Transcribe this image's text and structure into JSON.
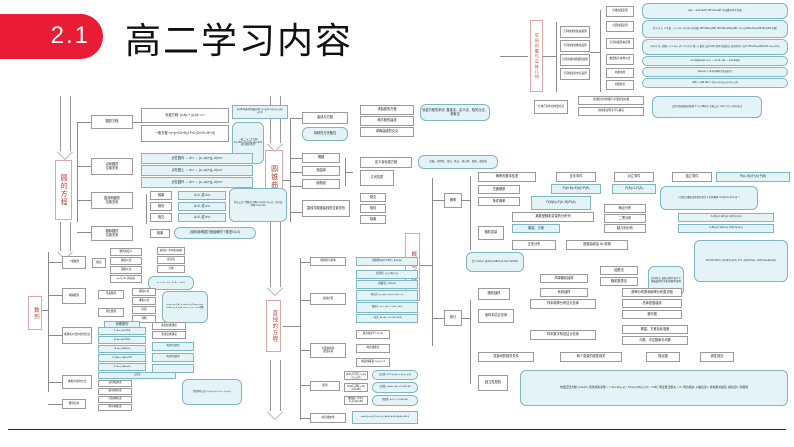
{
  "header": {
    "badge": "2.1",
    "title": "高二学习内容"
  },
  "section_labels": {
    "circle_equation": "圆的方程",
    "conic_curve": "圆锥曲线",
    "line_equation": "直线的方程",
    "sequence": "数列",
    "prob_stat": "概率与统计",
    "space_vector": "空间向量与立体几何"
  },
  "circle": {
    "root": "圆的方程",
    "branches": [
      {
        "label": "圆的方程",
        "children": [
          "标准方程: (x-a)² + (y-b)² = r²",
          "一般方程: x²+y²+Dx+Ey+F=0 (D²+E²-4F>0)"
        ]
      },
      {
        "label": "点和圆的\n位置关系",
        "children": [
          "点在圆内 ⇔ d<r ⇔ (x₀-a)²+(y₀-b)²<r²",
          "点在圆上 ⇔ d=r ⇔ (x₀-a)²+(y₀-b)²=r²",
          "点在圆外 ⇔ d>r ⇔ (x₀-a)²+(y₀-b)²>r²"
        ]
      },
      {
        "label": "直线和圆的\n位置关系",
        "children": [
          {
            "name": "相离",
            "cond": "Δ<0, 或 d>r"
          },
          {
            "name": "相切",
            "cond": "Δ=0, 或 d=r"
          },
          {
            "name": "相交",
            "cond": "Δ>0, 或 d<r"
          }
        ]
      },
      {
        "label": "圆和圆的\n位置关系",
        "note": "(用利用两圆方程组解的个数是0/1/2)"
      }
    ],
    "side_notes": [
      "以AB为直径的圆方程: (x-x₁)(x-x₂)+(y-y₁)(y-y₂)=0",
      "一般二元二次方程 Ax²+Bxy+Cy²+Dx+Ey+F=0 表示圆的条件",
      "弦长公式: 代数法 |AB|=√(1+k²)·|x₁-x₂| ; 几何法 |AB|=2√(r²-d²)"
    ]
  },
  "conic": {
    "root": "圆锥曲线",
    "branches": [
      {
        "label": "曲线与方程",
        "children": [
          "求曲线的方程",
          "两方程的曲线",
          "求两曲线的交点"
        ],
        "extra": "纯粹性与完备性",
        "note": "轨迹方程的求法: 直接法、定义法、相关点法、参数法"
      },
      {
        "label": "椭圆"
      },
      {
        "label": "双曲线"
      },
      {
        "label": "抛物线"
      },
      {
        "common": [
          "定义及标准方程",
          "几何性质"
        ],
        "note": "范围、对称性、顶点、焦点、离心率、准线、渐近线"
      },
      {
        "label": "直线与圆锥曲线的位置关系",
        "children": [
          "相交",
          "相切",
          "相离"
        ]
      }
    ]
  },
  "line": {
    "root": "直线的方程",
    "branches": [
      {
        "label": "倾斜角与斜率",
        "child": "倾斜角∈[0°,180°), k=tanα"
      },
      {
        "label": "直线方程",
        "children": [
          "点斜式: y-y₁=k(x-x₁)",
          "斜截式: y=kx+b",
          "两点式: (y-y₁)/(y₂-y₁)=(x-x₁)/(x₂-x₁)",
          "截距式: x/a + y/b = 1 (a≠0, b≠0)",
          "一般式: Ax+By+C=0 (A²+B²≠0)"
        ]
      },
      {
        "label": "平面内两条\n直线关系",
        "children": [
          "两直线平行: k₁=k₂",
          "两直线重合",
          "两直线垂直: k₁·k₂=-1"
        ]
      },
      {
        "label": "距离",
        "children": [
          "点点距: |P₁P₂|=√((x₂-x₁)²+(y₂-y₁)²)",
          "点线距: d=|Ax₀+By₀+C|/√(A²+B²)",
          "线线距: d=|C₁-C₂|/√(A²+B²)"
        ]
      },
      {
        "label": "两直线夹角",
        "child": "tanθ=|(k₂-k₁)/(1+k₁k₂)| = |(A₁B₂-A₂B₁)/(A₁A₂+B₁B₂)|"
      }
    ]
  },
  "sequence": {
    "root": "数列",
    "branches": [
      {
        "label": "一般数列",
        "children": [
          "概念",
          "数列的定义",
          "通项公式",
          "递推公式",
          "aₙ 与 Sₙ 的关系"
        ],
        "sub": [
          "数列是一类特殊的函数",
          "表示法",
          "分类"
        ],
        "note": "aₙ = { S₁, n=1 ; Sₙ-Sₙ₋₁, n≥2 }"
      },
      {
        "label": "特殊数列",
        "children": [
          "等差数列",
          "等比数列"
        ],
        "props": [
          "通项公式",
          "求和公式",
          "性质",
          "判断"
        ],
        "note": "aₙ=a₁+(n-1)d; Sₙ=n(a₁+aₙ)/2=na₁+n(n-1)d/2; aₚ+a_q=a_m+a_n; aₙ₊₁-aₙ=常数"
      },
      {
        "label": "求通项公式的常用方法",
        "children": [
          "① aₙ₊₁-aₙ=f(n)",
          "② aₙ₊₁/aₙ=f(n)",
          "③ aₙ₊₁=paₙ+q",
          "④ paₙ₊₁+qaₙ+r=0",
          "⑤ aₙ₊₁=paₙ+qⁿ"
        ],
        "results": [
          "累加法求通项",
          "累乘法求通项",
          "构造等比数列",
          "构造等差数列"
        ]
      },
      {
        "label": "求和的常用方法",
        "children": [
          "公式法",
          "错位相减法",
          "裂项相消法",
          "分组求和法",
          "倒序相加法"
        ],
        "note": "常用裂项公式: 1/(n(n+1)) = 1/n - 1/(n+1)"
      },
      {
        "label": "数列应用"
      }
    ]
  },
  "probability": {
    "root": "概率",
    "items": [
      {
        "label": "概率的基本性质",
        "next": "互斥事件",
        "formula": "P(A+B)=P(A)+P(B)",
        "next2": "对立事件",
        "formula2": "P(Ā)=1-P(A)",
        "next3": "独立事件",
        "formula3": "P(A∩B)=P(A)·P(B)"
      },
      {
        "label": "古典概型"
      },
      {
        "label": "条件概率",
        "formula": "P(B|A)=P(A∩B)/P(A)"
      },
      {
        "label": "随机变量",
        "children": [
          "离散型随机变量的分布列",
          "期望、方差",
          "正态分布"
        ],
        "dists": [
          "两点分布",
          "二项分布",
          "超几何分布"
        ],
        "note": "若 Y=aX+b, 则 E(Y)=aE(X)+b, D(Y)=a²D(X)",
        "note2": "密度曲线及 3σ 原则",
        "bin": "n 次独立重复试验恰好发生 k 次的概率: Pₙ(k)=Cₙᵏpᵏ(1-p)ⁿ⁻ᵏ",
        "two": "X~B(1,p): E(X)=p, D(X)=p(1-p)",
        "nb": "X~B(n,p): E(X)=np, D(X)=np(1-p)",
        "hyper": "P(X=k)=CMᵏC_{N-M}^{n-k}/C_N^n ; E(X)=Σxᵢpᵢ ; D(X)=Σ(xᵢ-E(X))²pᵢ"
      },
      {
        "label": "随机抽样",
        "children": [
          "简单随机抽样",
          "系统抽样",
          "分层抽样"
        ],
        "methods": [
          "抽签法",
          "随机数表法"
        ],
        "note": "共同特点: 抽样过程中每个个体被抽到的可能性(概率)相等"
      }
    ]
  },
  "statistics": {
    "root": "统计",
    "items": [
      {
        "label": "用样本估计总体",
        "children": [
          "样本频率分布估计总体",
          "样本数字特征估计总体"
        ],
        "a": [
          "频率分布表和频率分布直方图",
          "总体密度曲线",
          "茎叶图"
        ],
        "b": [
          "期望、方差及标准差",
          "众数、中位数和平均数"
        ]
      },
      {
        "label": "变量间的相关关系",
        "next": "两个变量的线性相关",
        "next2": "散点图",
        "next3": "线性回归"
      },
      {
        "label": "独立性检验"
      }
    ],
    "formula_box": "线性回归方程: ŷ=â+b̂x; 线性相关系数: r = Σ(xᵢ-x̄)(yᵢ-ȳ) / √(Σ(xᵢ-x̄)²Σ(yᵢ-ȳ)²) ; r>0时, 两变量正相关, r<0, 则负相关; |r|越接近1, 线性相关越强, 越接近0, 则越弱"
  },
  "space_vector": {
    "root": "空间向量与立体几何",
    "groups": [
      {
        "label": "空间向量的加减运算"
      },
      {
        "label": "空间向量的数乘运算"
      },
      {
        "label": "空间向量的数量积运算"
      },
      {
        "label": "空间向量的坐标运算"
      }
    ],
    "rules": [
      {
        "name": "共线向量定理",
        "text": "a∥b ⇔ a=λb (b≠0); OP=OA+tAB, t为实数(A,B,P共线)"
      },
      {
        "name": "共面向量定理",
        "text": "若 p 与 a、b 共面 ⇔ p = xa + yb (a,b 不共线); MP=xMA+yMB; OP=OM+xMA+yMB; =(1-x-y)OM+xOA+yOB (M,A,B不共线)"
      },
      {
        "name": "空间向量基本定理",
        "text": "{a,b,c} 为一组基 ⇒ p = xa + yb + zc (x,y,z 唯一); 推论: 设O,A,B,C是不共面四点, 则对空间一点P, OP=xOA+yOB+zOC (x+y+z=1)"
      },
      {
        "name": "数量积与夹角公式",
        "text": "a·b=|a||b|cosθ; a⊥b ⇔ a·b=0; a∥b ⇔ a·b=±|a||b|"
      },
      {
        "name": "向量夹角",
        "text": "cos⟨a,b⟩ = (a·b)/(|a||b|) (坐标表示)"
      },
      {
        "name": "向量模长",
        "text": "|AB| = √(AB·AB) = √((x₂-x₁)²+(y₂-y₁)²+(z₂-z₁)²)"
      }
    ],
    "lower": {
      "label": "立体几何中的向量方法",
      "children": [
        "直线的方向向量与平面的法向量",
        "用向量证明平行与垂直"
      ],
      "note": "点到平面(直线)的距离 d = |n·AB|/|n|; 夹角公式: cosθ = |n₁·n₂|/(|n₁||n₂|)"
    }
  }
}
